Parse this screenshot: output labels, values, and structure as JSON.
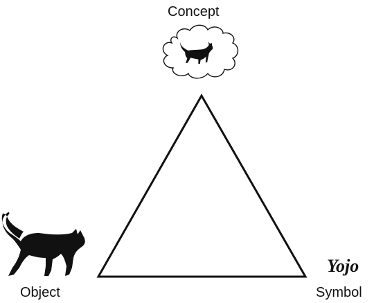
{
  "diagram": {
    "type": "semiotic-triangle",
    "labels": {
      "concept": "Concept",
      "object": "Object",
      "symbol": "Symbol"
    },
    "symbol_word": "Yojo",
    "icons": {
      "concept": "thought-bubble-cat-icon",
      "object": "cat-silhouette-icon"
    },
    "colors": {
      "ink": "#111111",
      "background": "#ffffff"
    }
  }
}
